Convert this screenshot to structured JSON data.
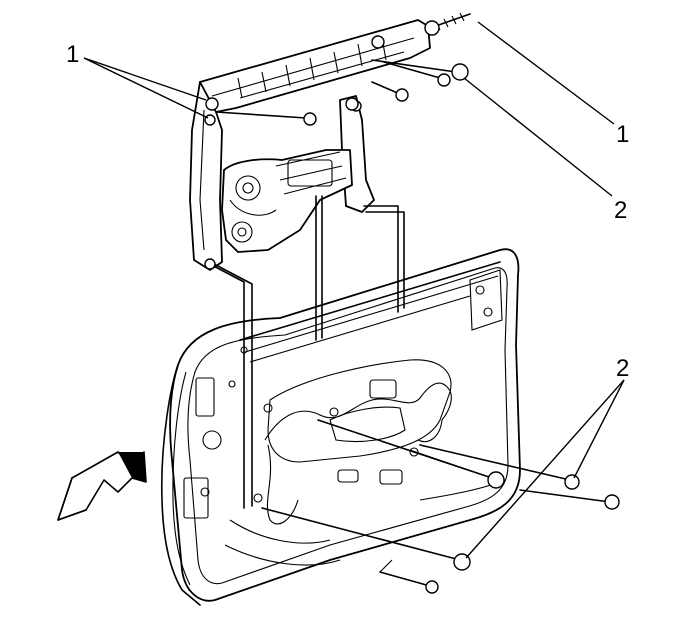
{
  "callouts": {
    "upper_left": "1",
    "upper_right_1": "1",
    "upper_right_2": "2",
    "lower_right": "2"
  },
  "colors": {
    "line": "#000000",
    "background": "#ffffff"
  }
}
